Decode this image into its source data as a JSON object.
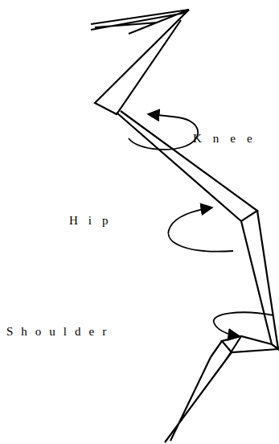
{
  "diagram": {
    "labels": [
      "Knee",
      "Hip",
      "Shoulder"
    ]
  }
}
